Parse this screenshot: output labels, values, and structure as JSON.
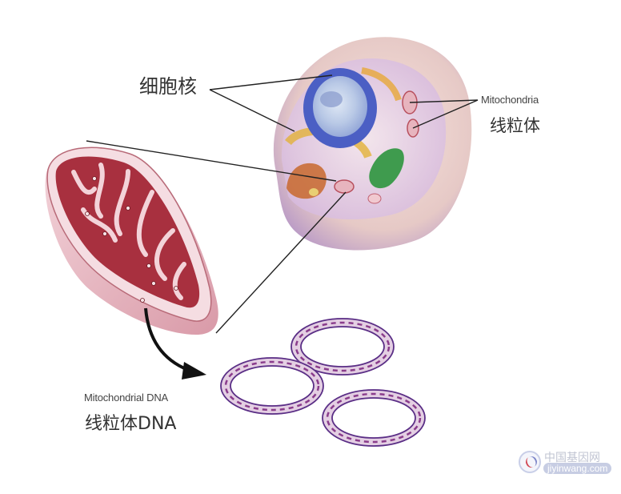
{
  "labels": {
    "nucleus_cn": "细胞核",
    "mitochondria_en": "Mitochondria",
    "mitochondria_cn": "线粒体",
    "mtdna_en": "Mitochondrial DNA",
    "mtdna_cn": "线粒体DNA"
  },
  "watermark": {
    "logo_icon": "dna-logo-icon",
    "name": "中国基因网",
    "url": "jiyinwang.com"
  },
  "colors": {
    "cell_body": "#e9d3cc",
    "cell_inner": "#c9a6d8",
    "nucleus": "#4b5fc4",
    "mito_outer": "#f0cfd6",
    "mito_inner": "#a8303f",
    "dna_ring": "#8a3c8c"
  }
}
